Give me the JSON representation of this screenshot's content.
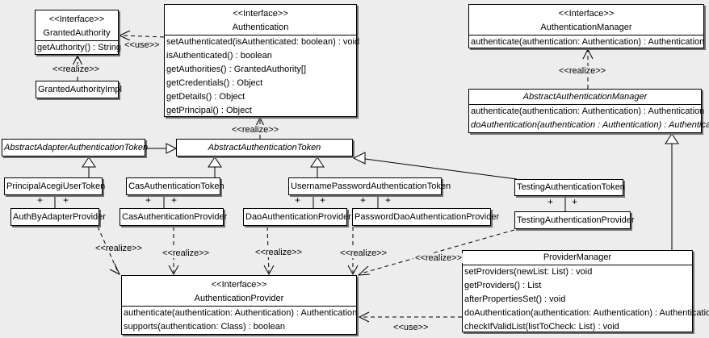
{
  "labels": {
    "use": "<<use>>",
    "realize": "<<realize>>",
    "plus": "+"
  },
  "classes": {
    "granted_authority": {
      "stereotype": "<<Interface>>",
      "name": "GrantedAuthority",
      "methods": [
        "getAuthority() : String"
      ]
    },
    "granted_authority_impl": {
      "name": "GrantedAuthorityImpl"
    },
    "authentication": {
      "stereotype": "<<Interface>>",
      "name": "Authentication",
      "methods": [
        "setAuthenticated(isAuthenticated: boolean) : void",
        "isAuthenticated() : boolean",
        "getAuthorities() : GrantedAuthority[]",
        "getCredentials() : Object",
        "getDetails() : Object",
        "getPrincipal() : Object"
      ]
    },
    "authentication_manager": {
      "stereotype": "<<Interface>>",
      "name": "AuthenticationManager",
      "methods": [
        "authenticate(authentication: Authentication) : Authentication"
      ]
    },
    "abstract_authentication_manager": {
      "name": "AbstractAuthenticationManager",
      "methods": [
        "authenticate(authentication: Authentication) : Authentication",
        "doAuthentication(authentication : Authentication) : Authentication"
      ]
    },
    "abstract_adapter_authentication_token": {
      "name": "AbstractAdapterAuthenticationToken"
    },
    "abstract_authentication_token": {
      "name": "AbstractAuthenticationToken"
    },
    "principal_acegi_user_token": {
      "name": "PrincipalAcegiUserToken"
    },
    "cas_authentication_token": {
      "name": "CasAuthenticationToken"
    },
    "username_password_authentication_token": {
      "name": "UsernamePasswordAuthenticationToken"
    },
    "testing_authentication_token": {
      "name": "TestingAuthenticationToken"
    },
    "auth_by_adapter_provider": {
      "name": "AuthByAdapterProvider"
    },
    "cas_authentication_provider": {
      "name": "CasAuthenticationProvider"
    },
    "dao_authentication_provider": {
      "name": "DaoAuthenticationProvider"
    },
    "password_dao_authentication_provider": {
      "name": "PasswordDaoAuthenticationProvider"
    },
    "testing_authentication_provider": {
      "name": "TestingAuthenticationProvider"
    },
    "authentication_provider": {
      "stereotype": "<<Interface>>",
      "name": "AuthenticationProvider",
      "methods": [
        "authenticate(authentication: Authentication) : Authentication",
        "supports(authentication: Class) : boolean"
      ]
    },
    "provider_manager": {
      "name": "ProviderManager",
      "methods": [
        "setProviders(newList: List) : void",
        "getProviders() : List",
        "afterPropertiesSet() : void",
        "doAuthentication(authentication: Authentication) : Authentication",
        "checkIfValidList(listToCheck: List) : void"
      ]
    }
  }
}
